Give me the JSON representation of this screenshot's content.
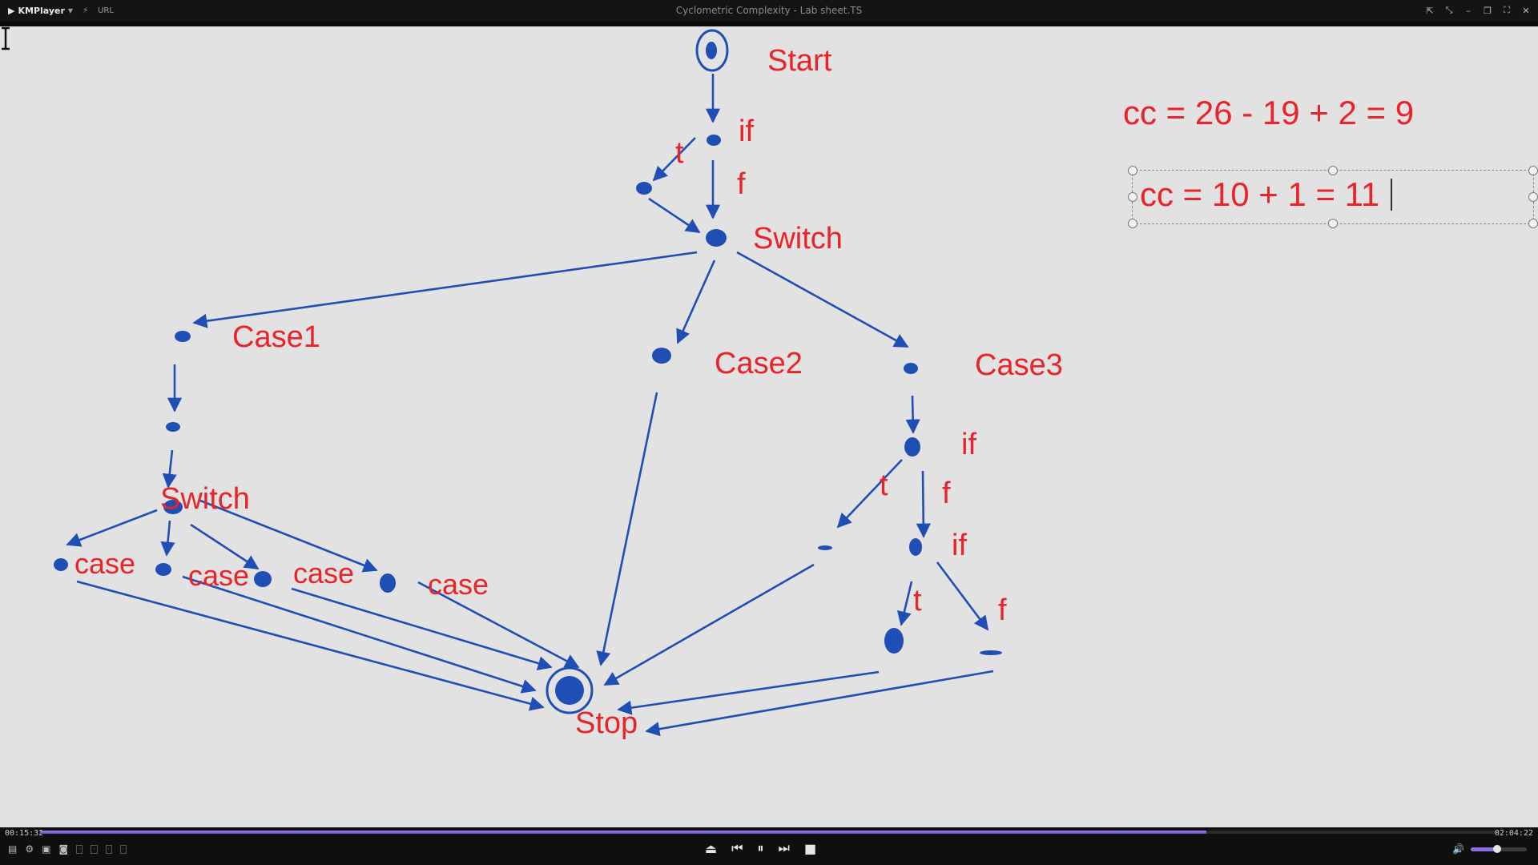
{
  "window": {
    "app_name": "KMPlayer",
    "url_label": "URL",
    "title": "Cyclometric Complexity - Lab sheet.TS"
  },
  "slide": {
    "node_labels": {
      "start": "Start",
      "if_top": "if",
      "t_top": "t",
      "f_top": "f",
      "switch_top": "Switch",
      "case1": "Case1",
      "case2": "Case2",
      "case3": "Case3",
      "switch_inner": "Switch",
      "case_a": "case",
      "case_b": "case",
      "case_c": "case",
      "case_d": "case",
      "if_c3_1": "if",
      "t_c3_1": "t",
      "f_c3_1": "f",
      "if_c3_2": "if",
      "t_c3_2": "t",
      "f_c3_2": "f",
      "stop": "Stop"
    },
    "formula_1": "cc = 26 - 19 + 2 = 9",
    "formula_2": "cc = 10 + 1 = 11"
  },
  "player": {
    "current_time": "00:15:32",
    "total_time": "02:04:22",
    "progress_fraction": 0.8,
    "volume_fraction": 0.47,
    "accent_color": "#7b5fd6"
  }
}
